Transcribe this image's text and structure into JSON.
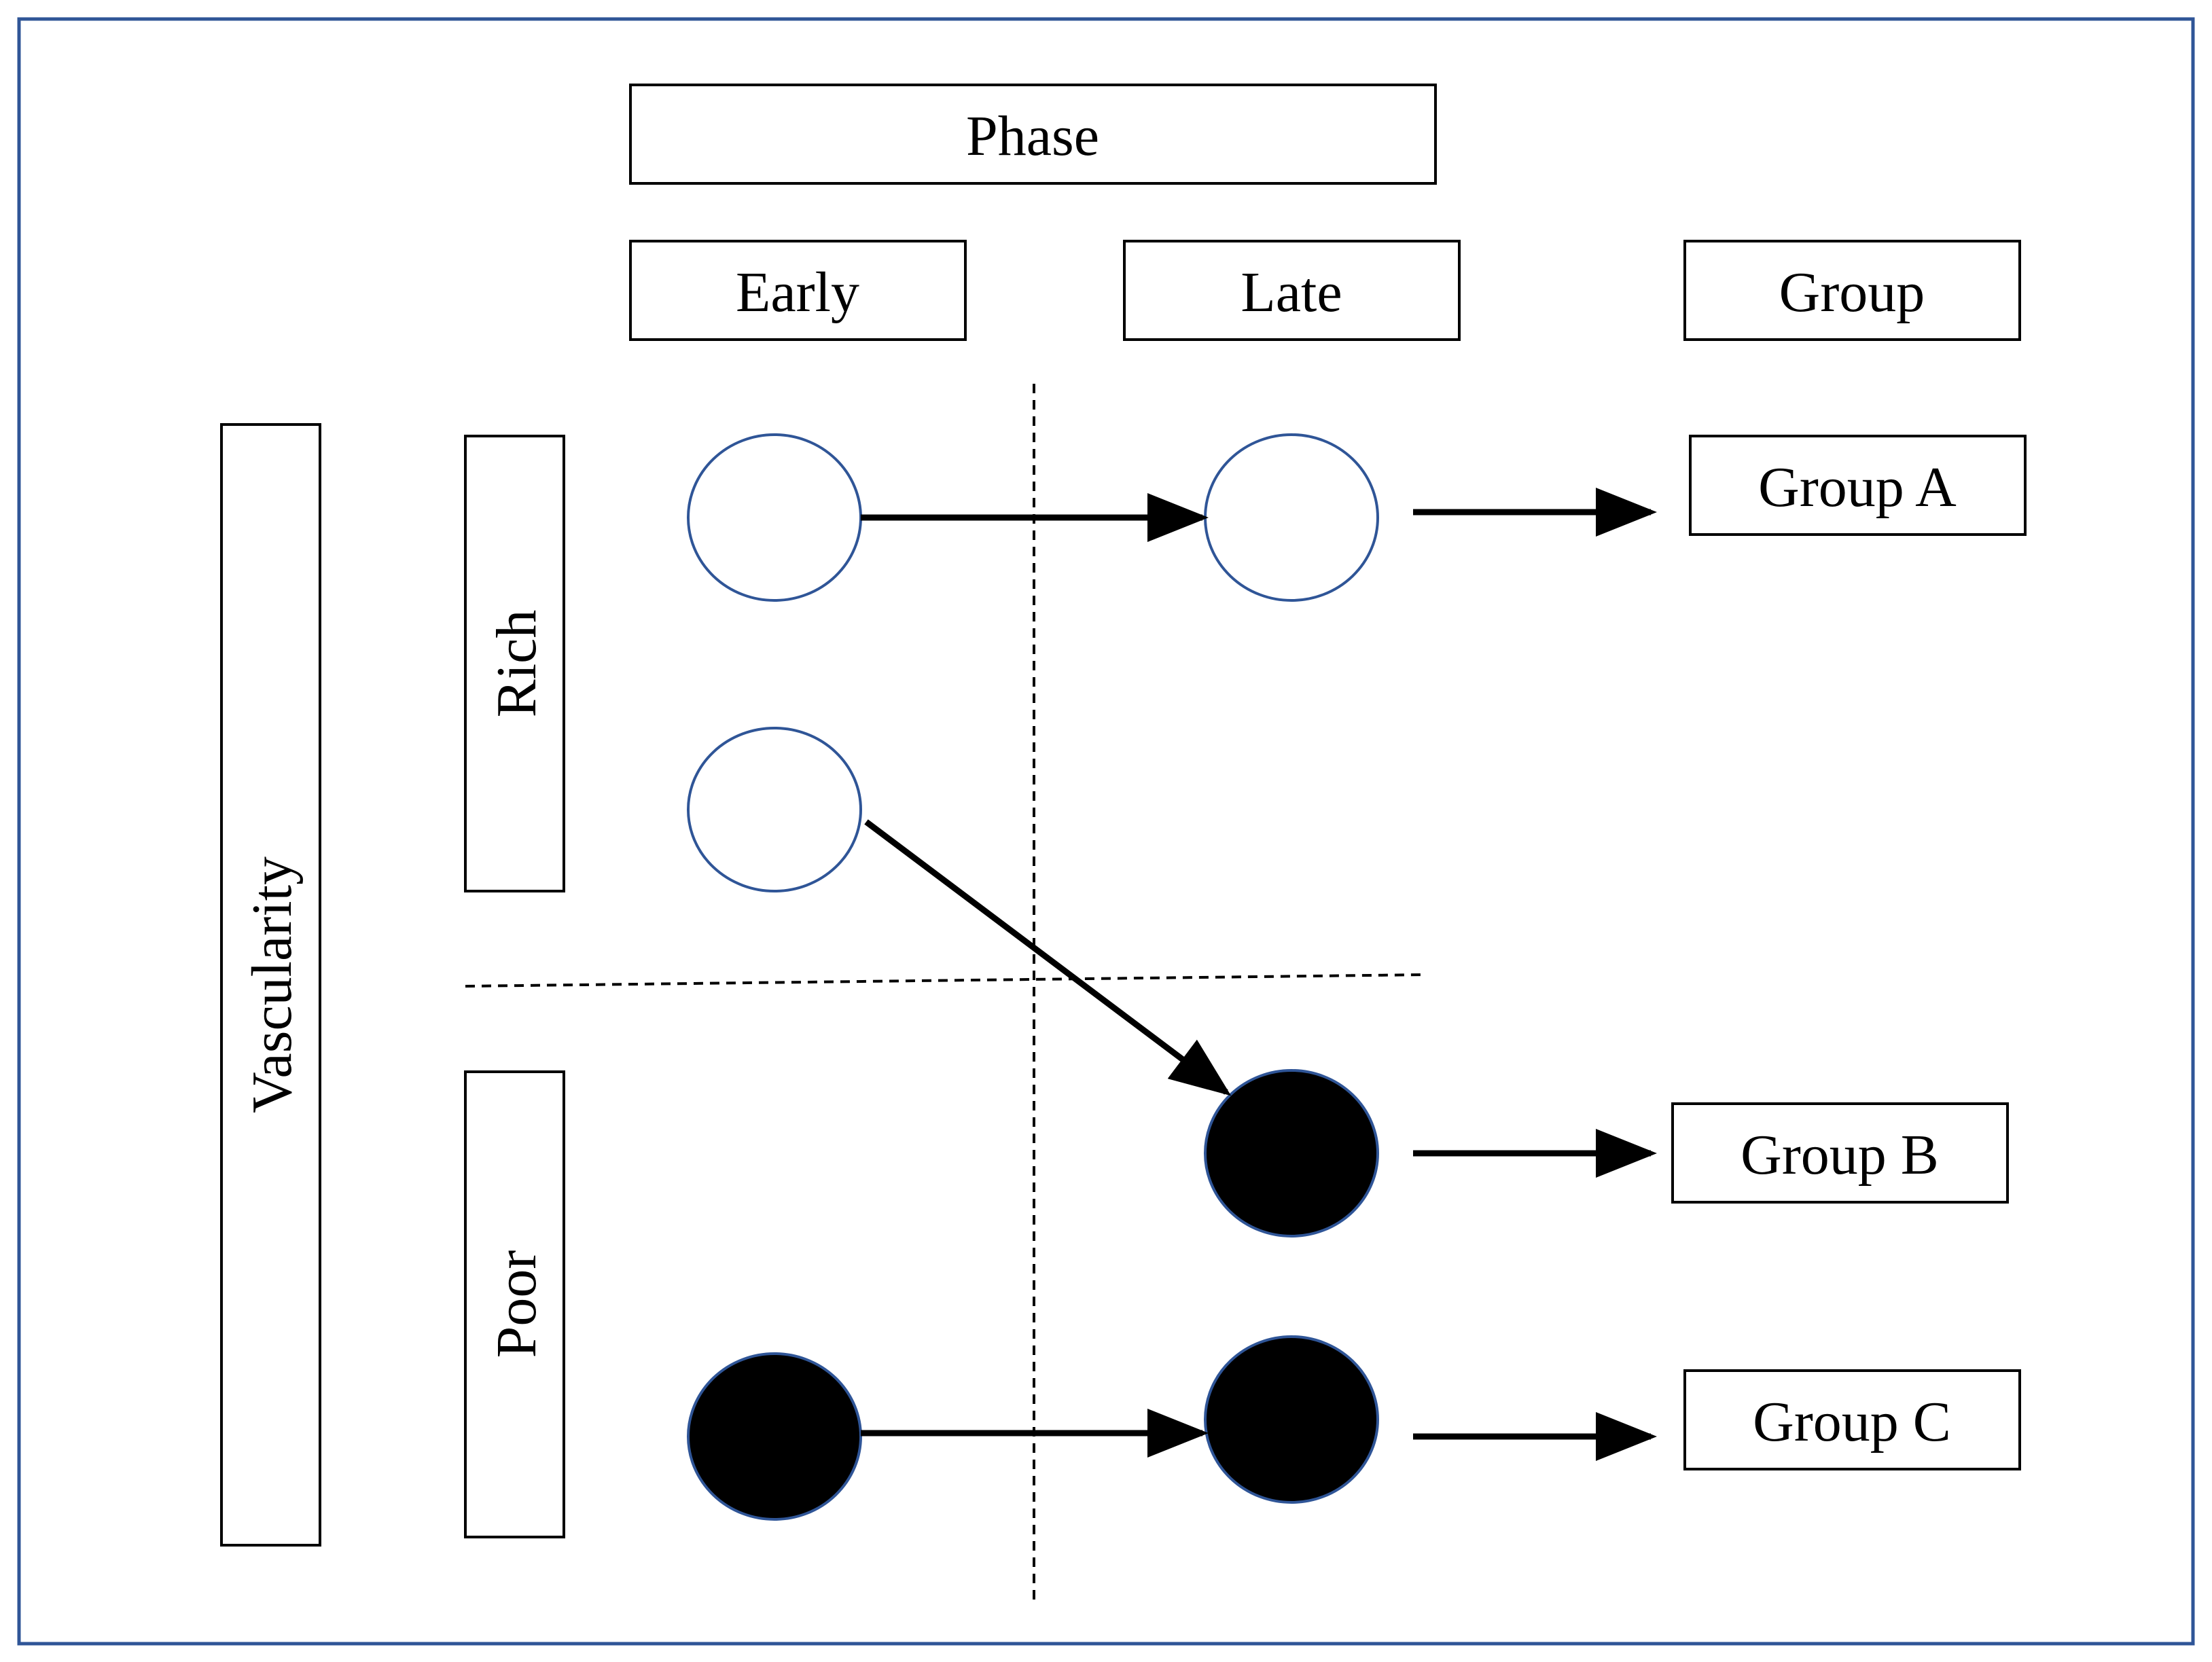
{
  "header": {
    "phase": "Phase",
    "early": "Early",
    "late": "Late",
    "group": "Group"
  },
  "axis": {
    "vascularity": "Vascularity",
    "rich": "Rich",
    "poor": "Poor"
  },
  "groups": {
    "a": "Group A",
    "b": "Group B",
    "c": "Group C"
  },
  "colors": {
    "frame": "#2f5597",
    "open_node_fill": "#ffffff",
    "filled_node_fill": "#000000",
    "node_stroke": "#2f5597",
    "arrow": "#000000"
  }
}
